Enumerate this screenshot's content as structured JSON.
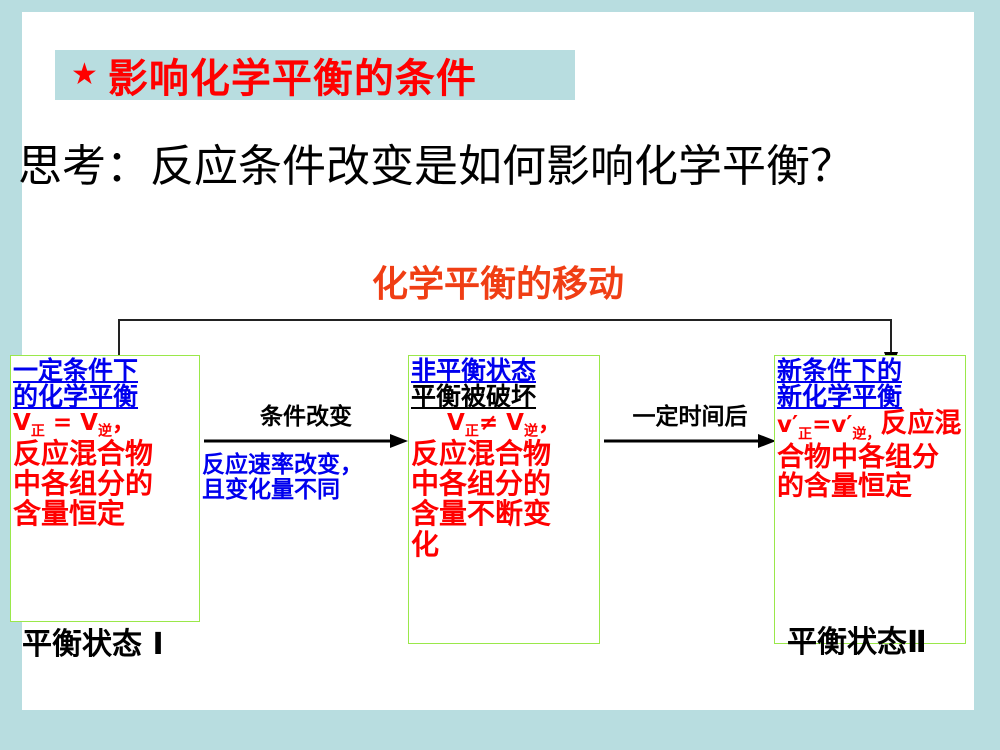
{
  "slide": {
    "title": {
      "star_icon": "star-icon",
      "text": "影响化学平衡的条件",
      "color": "#ff0000",
      "banner_color": "#b8dde0"
    },
    "subtitle": "思考：反应条件改变是如何影响化学平衡？",
    "section_heading": {
      "text": "化学平衡的移动",
      "color": "#f03e14"
    },
    "boxes": [
      {
        "id": "box-1",
        "header_blue_line1": "一定条件下",
        "header_blue_line2": "的化学平衡",
        "formula_v1": "V",
        "formula_sub1": "正",
        "formula_op": "=",
        "formula_v2": "V",
        "formula_sub2": "逆",
        "formula_comma": "，",
        "body_line1": "反应混合物",
        "body_line2": "中各组分的",
        "body_line3": "含量恒定",
        "border_color": "#9ae84a"
      },
      {
        "id": "box-2",
        "header_blue_line1": "非平衡状态",
        "header_black_line1": "平衡被破坏",
        "formula_v1": "V",
        "formula_sub1": "正",
        "formula_op": "≠",
        "formula_v2": "V",
        "formula_sub2": "逆",
        "formula_comma": "，",
        "body_line1": "反应混合物",
        "body_line2": "中各组分的",
        "body_line3": "含量不断变",
        "body_line4": "化",
        "border_color": "#9ae84a"
      },
      {
        "id": "box-3",
        "header_blue_line1": "新条件下的",
        "header_blue_line2": "新化学平衡",
        "formula_v1": "v′",
        "formula_sub1": "正",
        "formula_op": "=",
        "formula_v2": "v′",
        "formula_sub2": "逆",
        "formula_comma": "，",
        "body_text": "反应混合物中各组分的含量恒定",
        "border_color": "#9ae84a"
      }
    ],
    "connectors": [
      {
        "id": "conn-1",
        "top_label": "条件改变",
        "bottom_label_line1": "反应速率改变，",
        "bottom_label_line2": "且变化量不同",
        "top_label_color": "#000000",
        "bottom_label_color": "#0000ee"
      },
      {
        "id": "conn-2",
        "top_label": "一定时间后",
        "bottom_label_line1": "",
        "bottom_label_line2": "",
        "top_label_color": "#000000",
        "bottom_label_color": "#0000ee"
      }
    ],
    "captions": [
      {
        "id": "caption-1",
        "text": "平衡状态 I"
      },
      {
        "id": "caption-2",
        "text": "平衡状态Ⅱ"
      }
    ],
    "page_border_color": "#b8dde0"
  }
}
